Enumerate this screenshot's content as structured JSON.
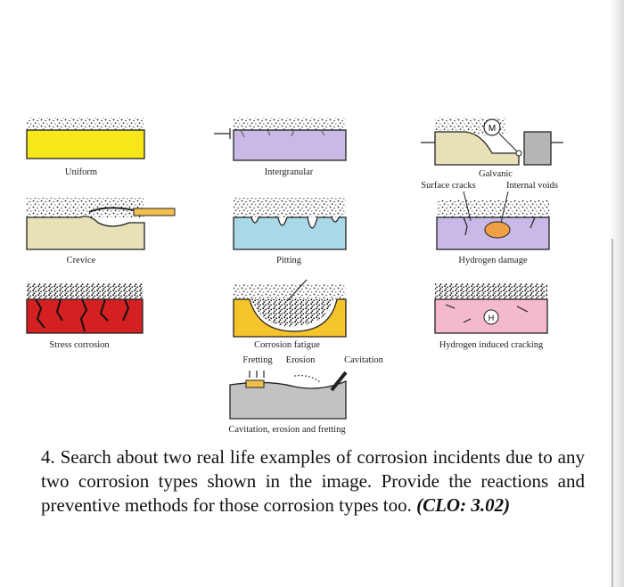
{
  "figure": {
    "labels": {
      "uniform": "Uniform",
      "intergranular": "Intergranular",
      "galvanic": "Galvanic",
      "surface_cracks": "Surface cracks",
      "internal_voids": "Internal voids",
      "crevice": "Crevice",
      "pitting": "Pitting",
      "hydrogen_damage": "Hydrogen damage",
      "stress_corrosion": "Stress corrosion",
      "corrosion_fatigue": "Corrosion fatigue",
      "hydrogen_induced_cracking": "Hydrogen induced cracking",
      "fretting": "Fretting",
      "erosion": "Erosion",
      "cavitation": "Cavitation",
      "cavitation_erosion_fretting": "Cavitation, erosion and fretting"
    },
    "symbols": {
      "galvanic_metal": "M",
      "hydrogen": "H"
    },
    "colors": {
      "uniform": "#f7e71a",
      "intergranular": "#c8b9e6",
      "crevice": "#e8e0b6",
      "pitting": "#a9d8e8",
      "galvanic_left": "#e8e0b6",
      "galvanic_right": "#b5b5b5",
      "hydrogen_damage": "#c8b9e6",
      "stress_corrosion": "#d42020",
      "corrosion_fatigue": "#f5c42a",
      "hydrogen_cracking": "#f4b8cf",
      "cavitation": "#c2c2c2"
    }
  },
  "question": {
    "text": "4. Search about two real life examples of corrosion incidents due to any two corrosion types shown in the image. Provide the reactions and preventive methods for those corrosion types too.",
    "clo": "(CLO: 3.02)"
  }
}
